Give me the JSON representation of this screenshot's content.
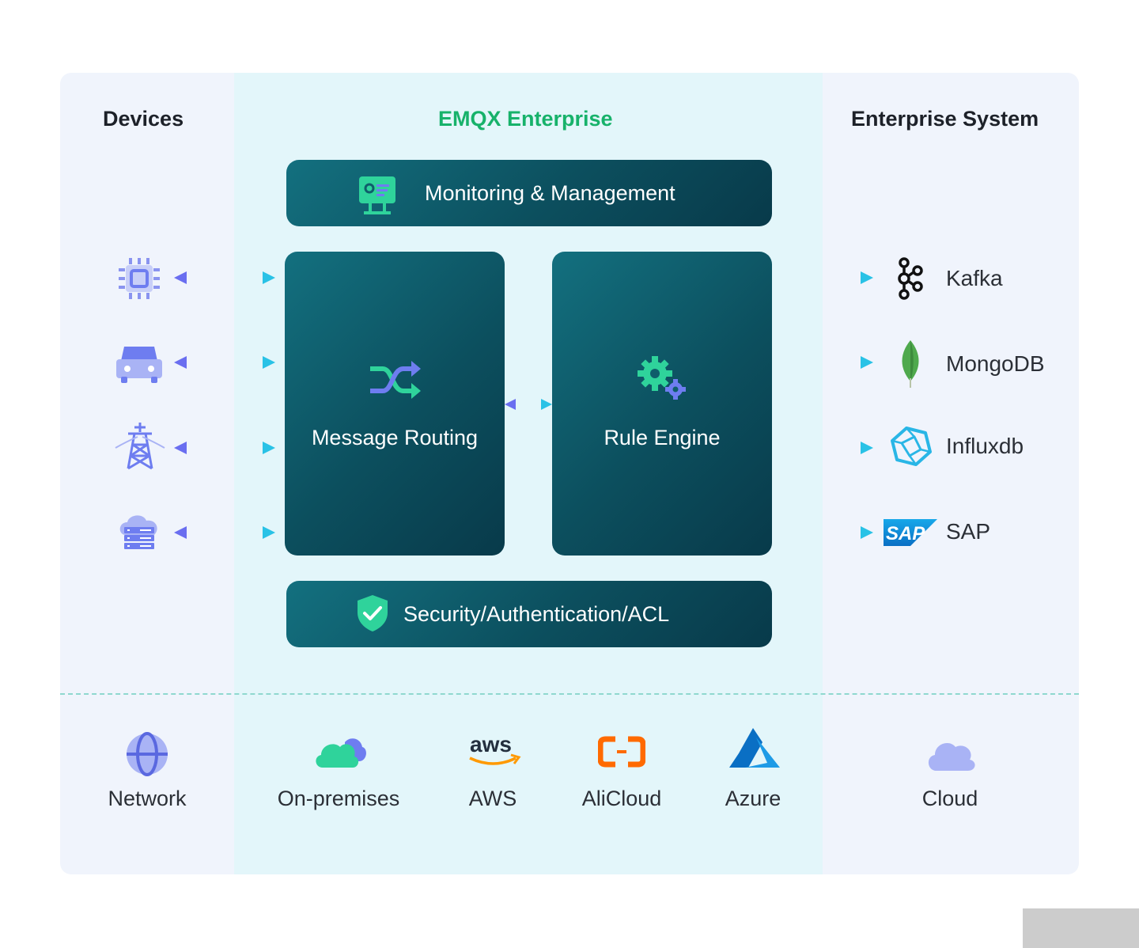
{
  "columns": {
    "devices": "Devices",
    "emqx": "EMQX Enterprise",
    "enterprise": "Enterprise System"
  },
  "modules": {
    "monitoring": "Monitoring & Management",
    "routing": "Message Routing",
    "rule_engine": "Rule Engine",
    "security": "Security/Authentication/ACL"
  },
  "enterprise_systems": [
    "Kafka",
    "MongoDB",
    "Influxdb",
    "SAP"
  ],
  "sap_logo_text": "SAP",
  "aws_logo_text": "aws",
  "deployment": {
    "network": "Network",
    "on_premises": "On-premises",
    "aws": "AWS",
    "alicloud": "AliCloud",
    "azure": "Azure",
    "cloud": "Cloud"
  },
  "colors": {
    "accent_green": "#17b26a",
    "arrow_start": "#6a6ef0",
    "arrow_end": "#29c2e6",
    "panel_bg": "#f0f4fc",
    "center_bg": "#e3f6fa",
    "module_dark": "#0c4f5e"
  }
}
